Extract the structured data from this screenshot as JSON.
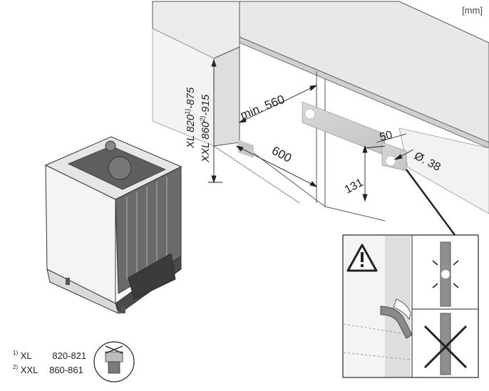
{
  "unit": "[mm]",
  "dimensions": {
    "min_width_label": "min. 560",
    "depth_label": "600",
    "height_xl_label": "XL  820",
    "height_xl_sup": "1)",
    "height_xl_range_end": "-875",
    "height_xxl_label": "XXL 860",
    "height_xxl_sup": "2)",
    "height_xxl_range_end": "-915",
    "hole_offset_label": "50",
    "hole_height_label": "131",
    "hole_diameter_label": "Ø. 38"
  },
  "footnotes": [
    {
      "marker": "1)",
      "model": "XL",
      "range": "820-821"
    },
    {
      "marker": "2)",
      "model": "XXL",
      "range": "860-861"
    }
  ]
}
